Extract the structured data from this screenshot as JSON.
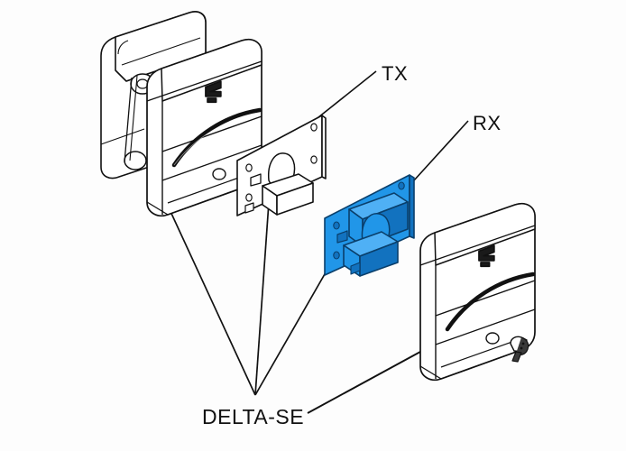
{
  "diagram": {
    "title": "DELTA-SE photocell exploded assembly diagram",
    "background_color": "#fdfdfd",
    "line_color": "#111111",
    "highlight_color": "#2196E8",
    "highlight_color_dark": "#1272BF",
    "highlight_color_light": "#4FB0F5",
    "labels": {
      "tx": "TX",
      "rx": "RX",
      "assembly": "DELTA-SE"
    },
    "parts": [
      {
        "name": "photocell-housing-rear",
        "label": ""
      },
      {
        "name": "photocell-housing-front",
        "label": ""
      },
      {
        "name": "tx-bracket",
        "label": "TX"
      },
      {
        "name": "rx-bracket",
        "label": "RX"
      },
      {
        "name": "photocell-housing-right",
        "label": ""
      },
      {
        "name": "mounting-screw",
        "label": ""
      }
    ],
    "callouts": [
      {
        "name": "callout-tx",
        "label": "TX"
      },
      {
        "name": "callout-rx",
        "label": "RX"
      },
      {
        "name": "callout-delta-se",
        "label": "DELTA-SE"
      }
    ]
  }
}
